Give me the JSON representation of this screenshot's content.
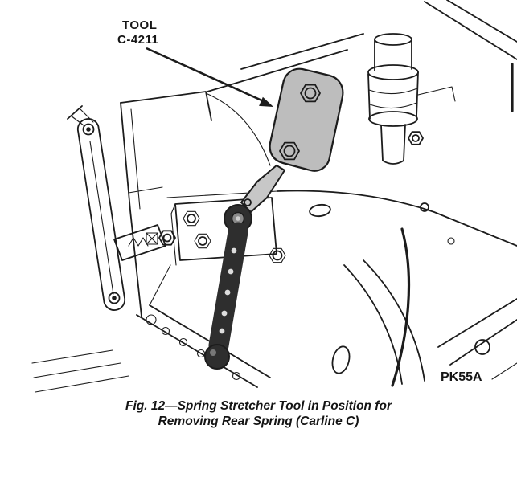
{
  "figure": {
    "callout": {
      "line1": "TOOL",
      "line2": "C-4211"
    },
    "part_code": "PK55A",
    "caption": {
      "line1": "Fig. 12—Spring Stretcher Tool in Position for",
      "line2": "Removing Rear Spring (Carline C)"
    },
    "colors": {
      "ink": "#1c1c1c",
      "tool_fill": "#bdbdbd",
      "clevis_fill": "#c7c7c7",
      "handle_fill": "#2e2e2e",
      "paper": "#ffffff"
    }
  }
}
